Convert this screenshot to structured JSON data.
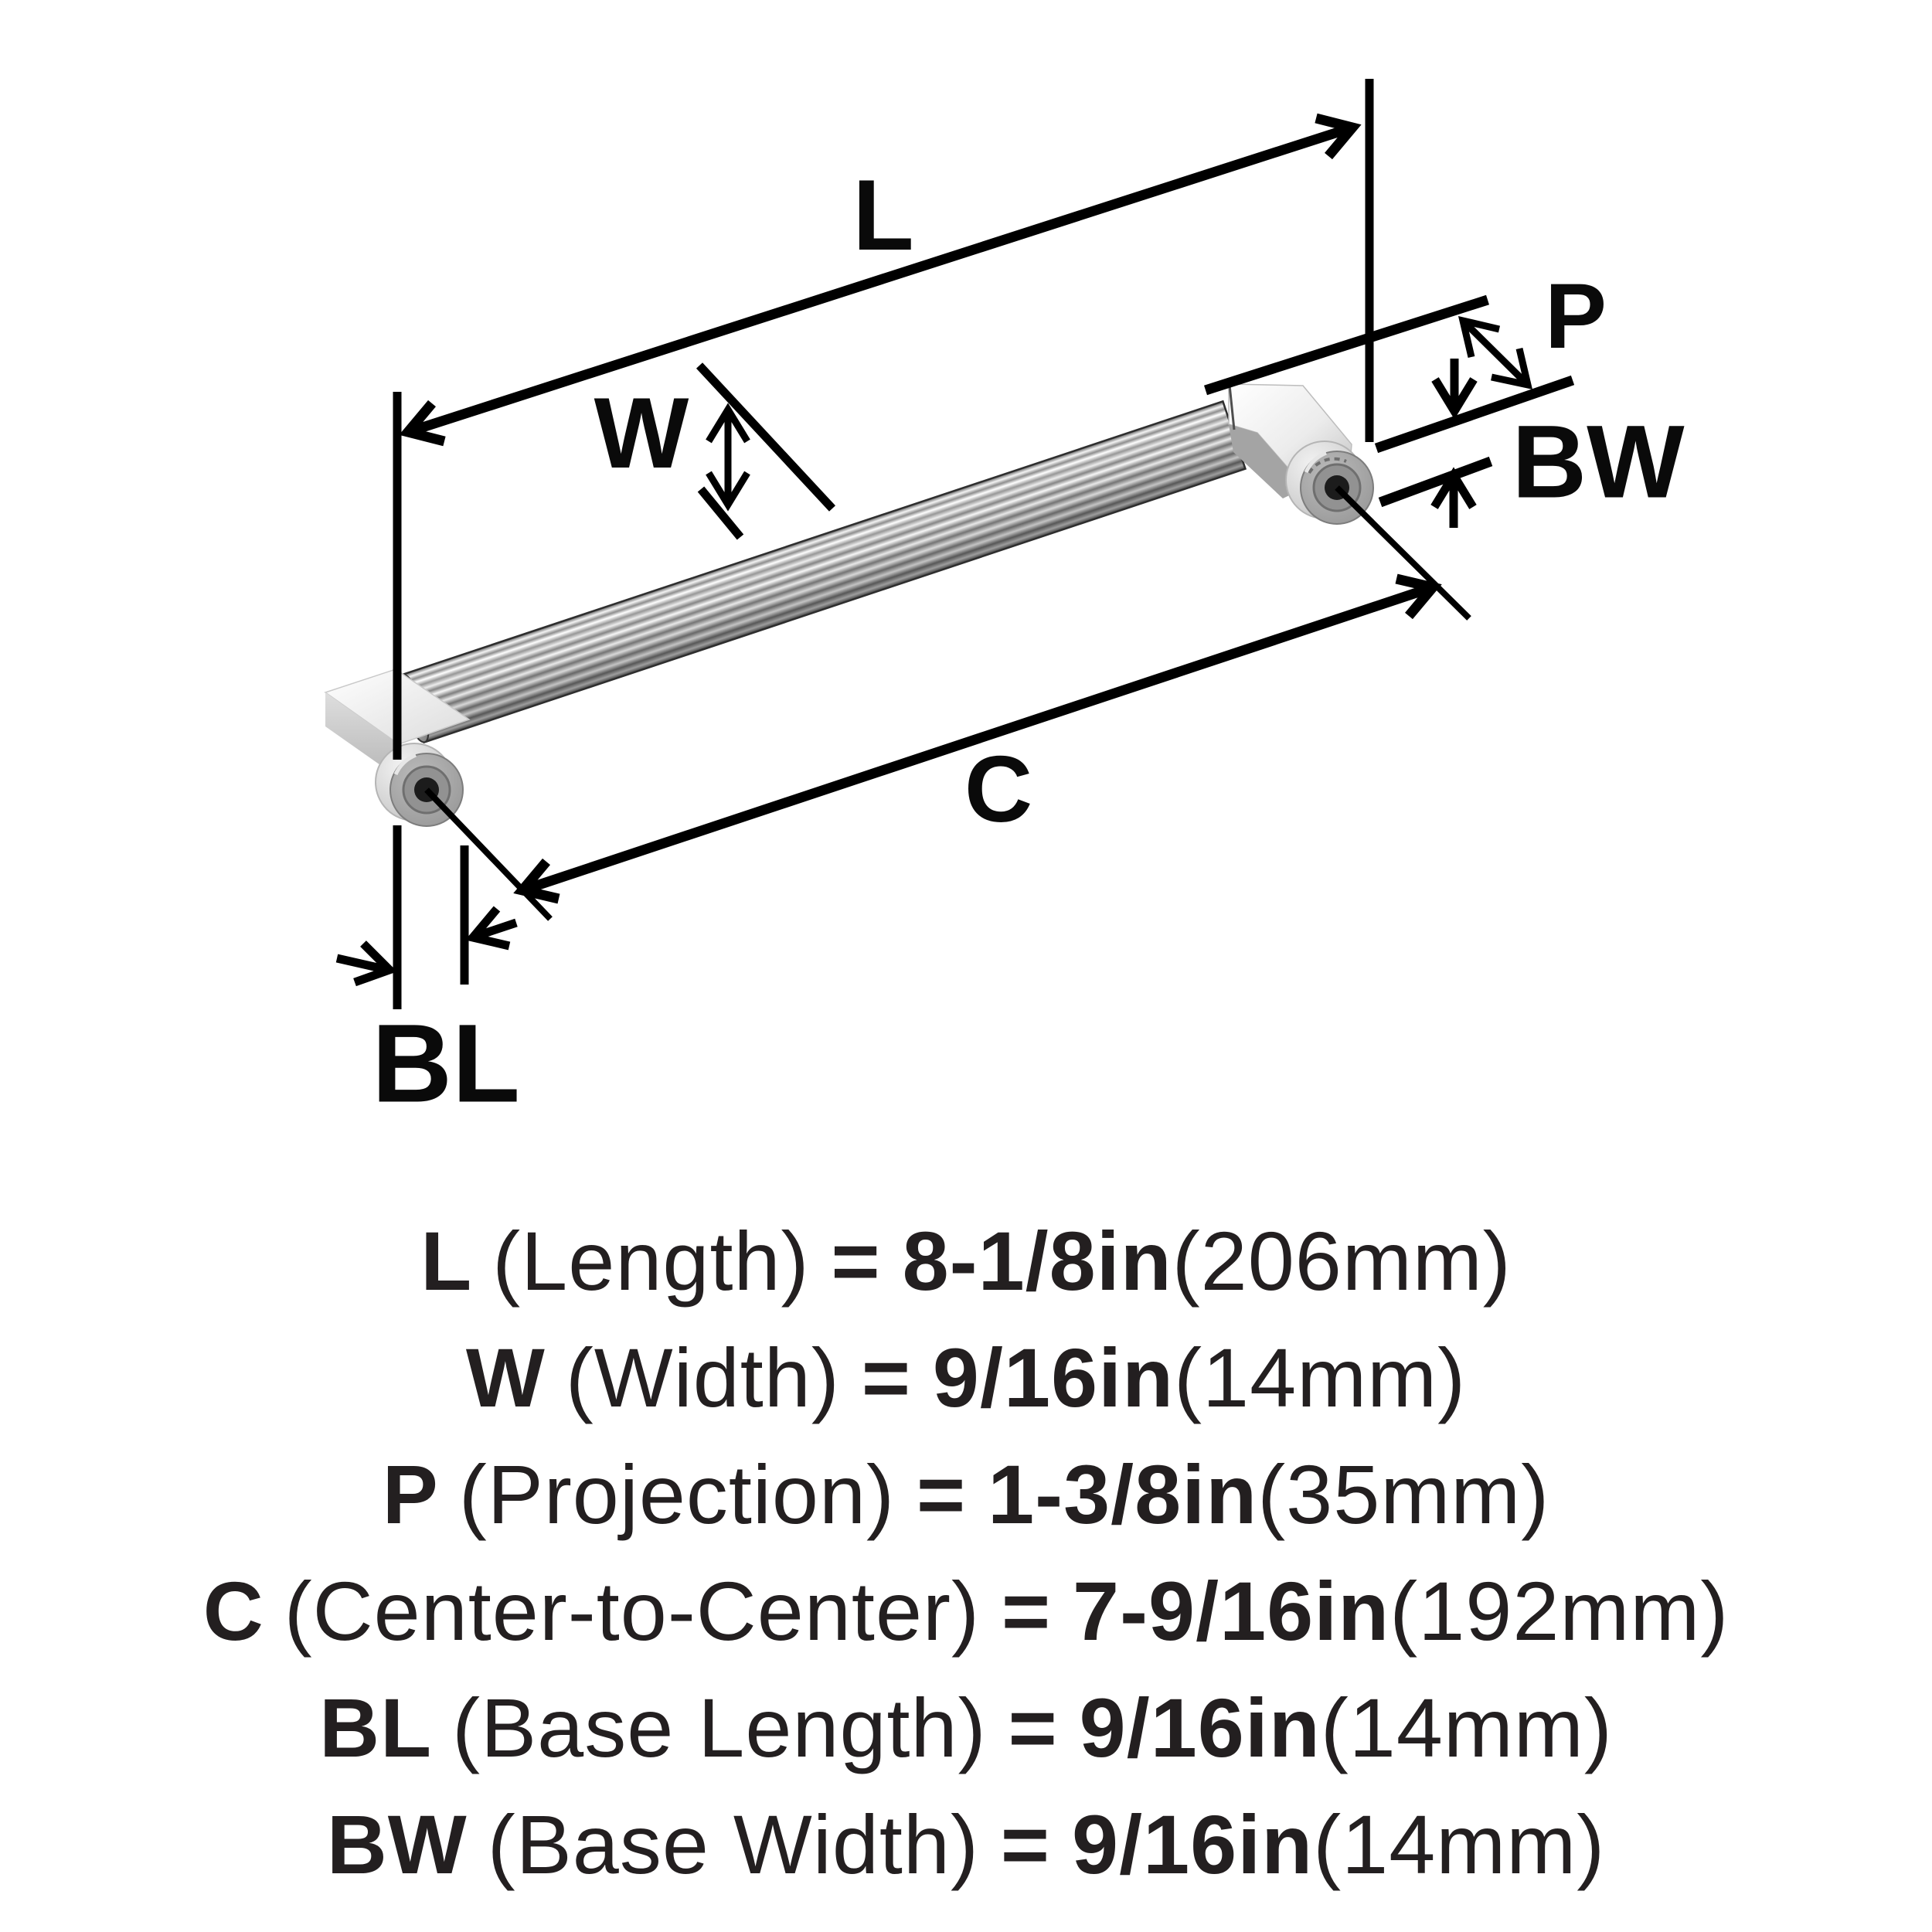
{
  "diagram": {
    "description": "Cabinet bar pull dimension drawing",
    "callouts": {
      "L": "L",
      "W": "W",
      "P": "P",
      "BW": "BW",
      "C": "C",
      "BL": "BL"
    }
  },
  "spec_lines": [
    {
      "symbol": "L",
      "name": "(Length)",
      "equals": "=",
      "inches": "8-1/8in",
      "metric": "(206mm)"
    },
    {
      "symbol": "W",
      "name": "(Width)",
      "equals": "=",
      "inches": "9/16in",
      "metric": "(14mm)"
    },
    {
      "symbol": "P",
      "name": "(Projection)",
      "equals": "=",
      "inches": "1-3/8in",
      "metric": "(35mm)"
    },
    {
      "symbol": "C",
      "name": "(Center-to-Center)",
      "equals": "=",
      "inches": "7-9/16in",
      "metric": "(192mm)"
    },
    {
      "symbol": "BL",
      "name": "(Base Length)",
      "equals": "=",
      "inches": "9/16in",
      "metric": "(14mm)"
    },
    {
      "symbol": "BW",
      "name": "(Base Width)",
      "equals": "=",
      "inches": "9/16in",
      "metric": "(14mm)"
    }
  ],
  "colors": {
    "background": "#ffffff",
    "line": "#000000",
    "text": "#231f20",
    "metal_light": "#f5f5f5",
    "metal_mid": "#c9c9c9",
    "metal_dark": "#6f6f6f"
  }
}
